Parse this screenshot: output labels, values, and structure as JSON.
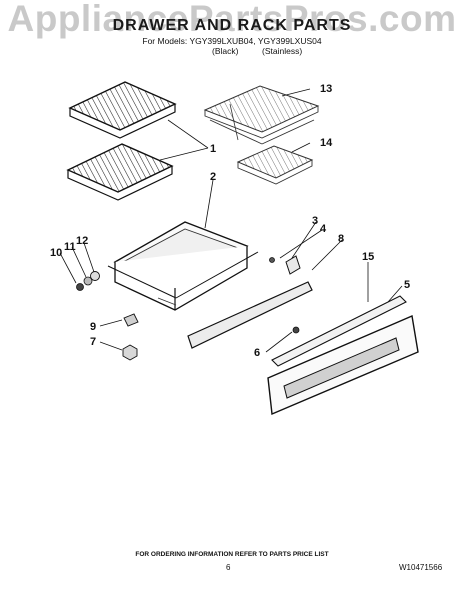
{
  "watermark": "AppliancePartsPros.com",
  "header": {
    "title": "DRAWER AND RACK PARTS",
    "models": "For Models: YGY399LXUB04, YGY399LXUS04",
    "variant_black": "(Black)",
    "variant_stainless": "(Stainless)"
  },
  "callouts": [
    "1",
    "2",
    "3",
    "4",
    "5",
    "6",
    "7",
    "8",
    "9",
    "10",
    "11",
    "12",
    "13",
    "14",
    "15"
  ],
  "footer": {
    "note": "FOR ORDERING INFORMATION REFER TO PARTS PRICE LIST",
    "page": "6",
    "doc_number": "W10471566"
  }
}
